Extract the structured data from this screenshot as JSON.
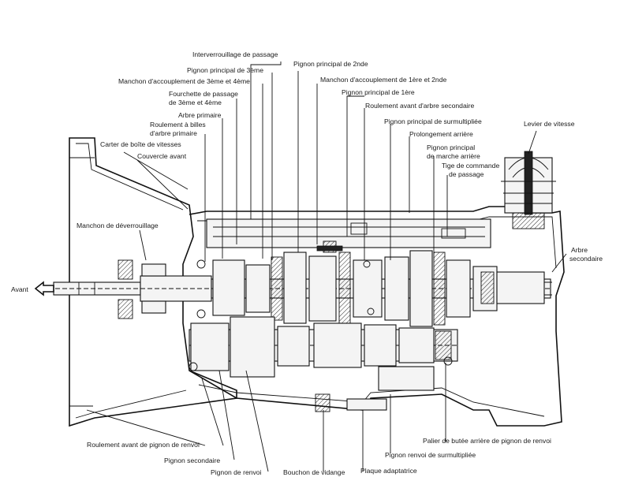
{
  "labels": {
    "interverrouillage": "Interverrouillage de passage",
    "pignon_principal_2nde": "Pignon principal de 2nde",
    "pignon_principal_3eme": "Pignon principal de 3ème",
    "manchon_3_4": "Manchon d'accouplement de 3ème et 4ème",
    "manchon_1_2": "Manchon d'accouplement de 1ère et 2nde",
    "fourchette_3_4_l1": "Fourchette de passage",
    "fourchette_3_4_l2": "de 3ème et 4ème",
    "pignon_principal_1ere": "Pignon principal de 1ère",
    "roulement_avant_arbre_sec": "Roulement avant d'arbre secondaire",
    "arbre_primaire": "Arbre primaire",
    "roulement_billes_l1": "Roulement à billes",
    "roulement_billes_l2": "d'arbre primaire",
    "pignon_surmultipliee": "Pignon principal de surmultipliée",
    "levier_vitesse": "Levier de vitesse",
    "carter": "Carter de boîte de vitesses",
    "prolongement_arriere": "Prolongement arrière",
    "couvercle_avant": "Couvercle avant",
    "pignon_marche_arriere_l1": "Pignon principal",
    "pignon_marche_arriere_l2": "de marche arrière",
    "tige_commande_l1": "Tige de commande",
    "tige_commande_l2": "de passage",
    "manchon_deverrouillage": "Manchon de déverrouillage",
    "arbre_secondaire_l1": "Arbre",
    "arbre_secondaire_l2": "secondaire",
    "avant": "Avant",
    "roulement_avant_renvoi": "Roulement avant de pignon de renvoi",
    "pignon_secondaire": "Pignon secondaire",
    "pignon_renvoi": "Pignon de renvoi",
    "bouchon_vidange": "Bouchon de vidange",
    "plaque_adaptatrice": "Plaque adaptatrice",
    "pignon_renvoi_surmult": "Pignon renvoi de surmultipliée",
    "palier_butee": "Palier de butée arrière de pignon de renvoi"
  }
}
